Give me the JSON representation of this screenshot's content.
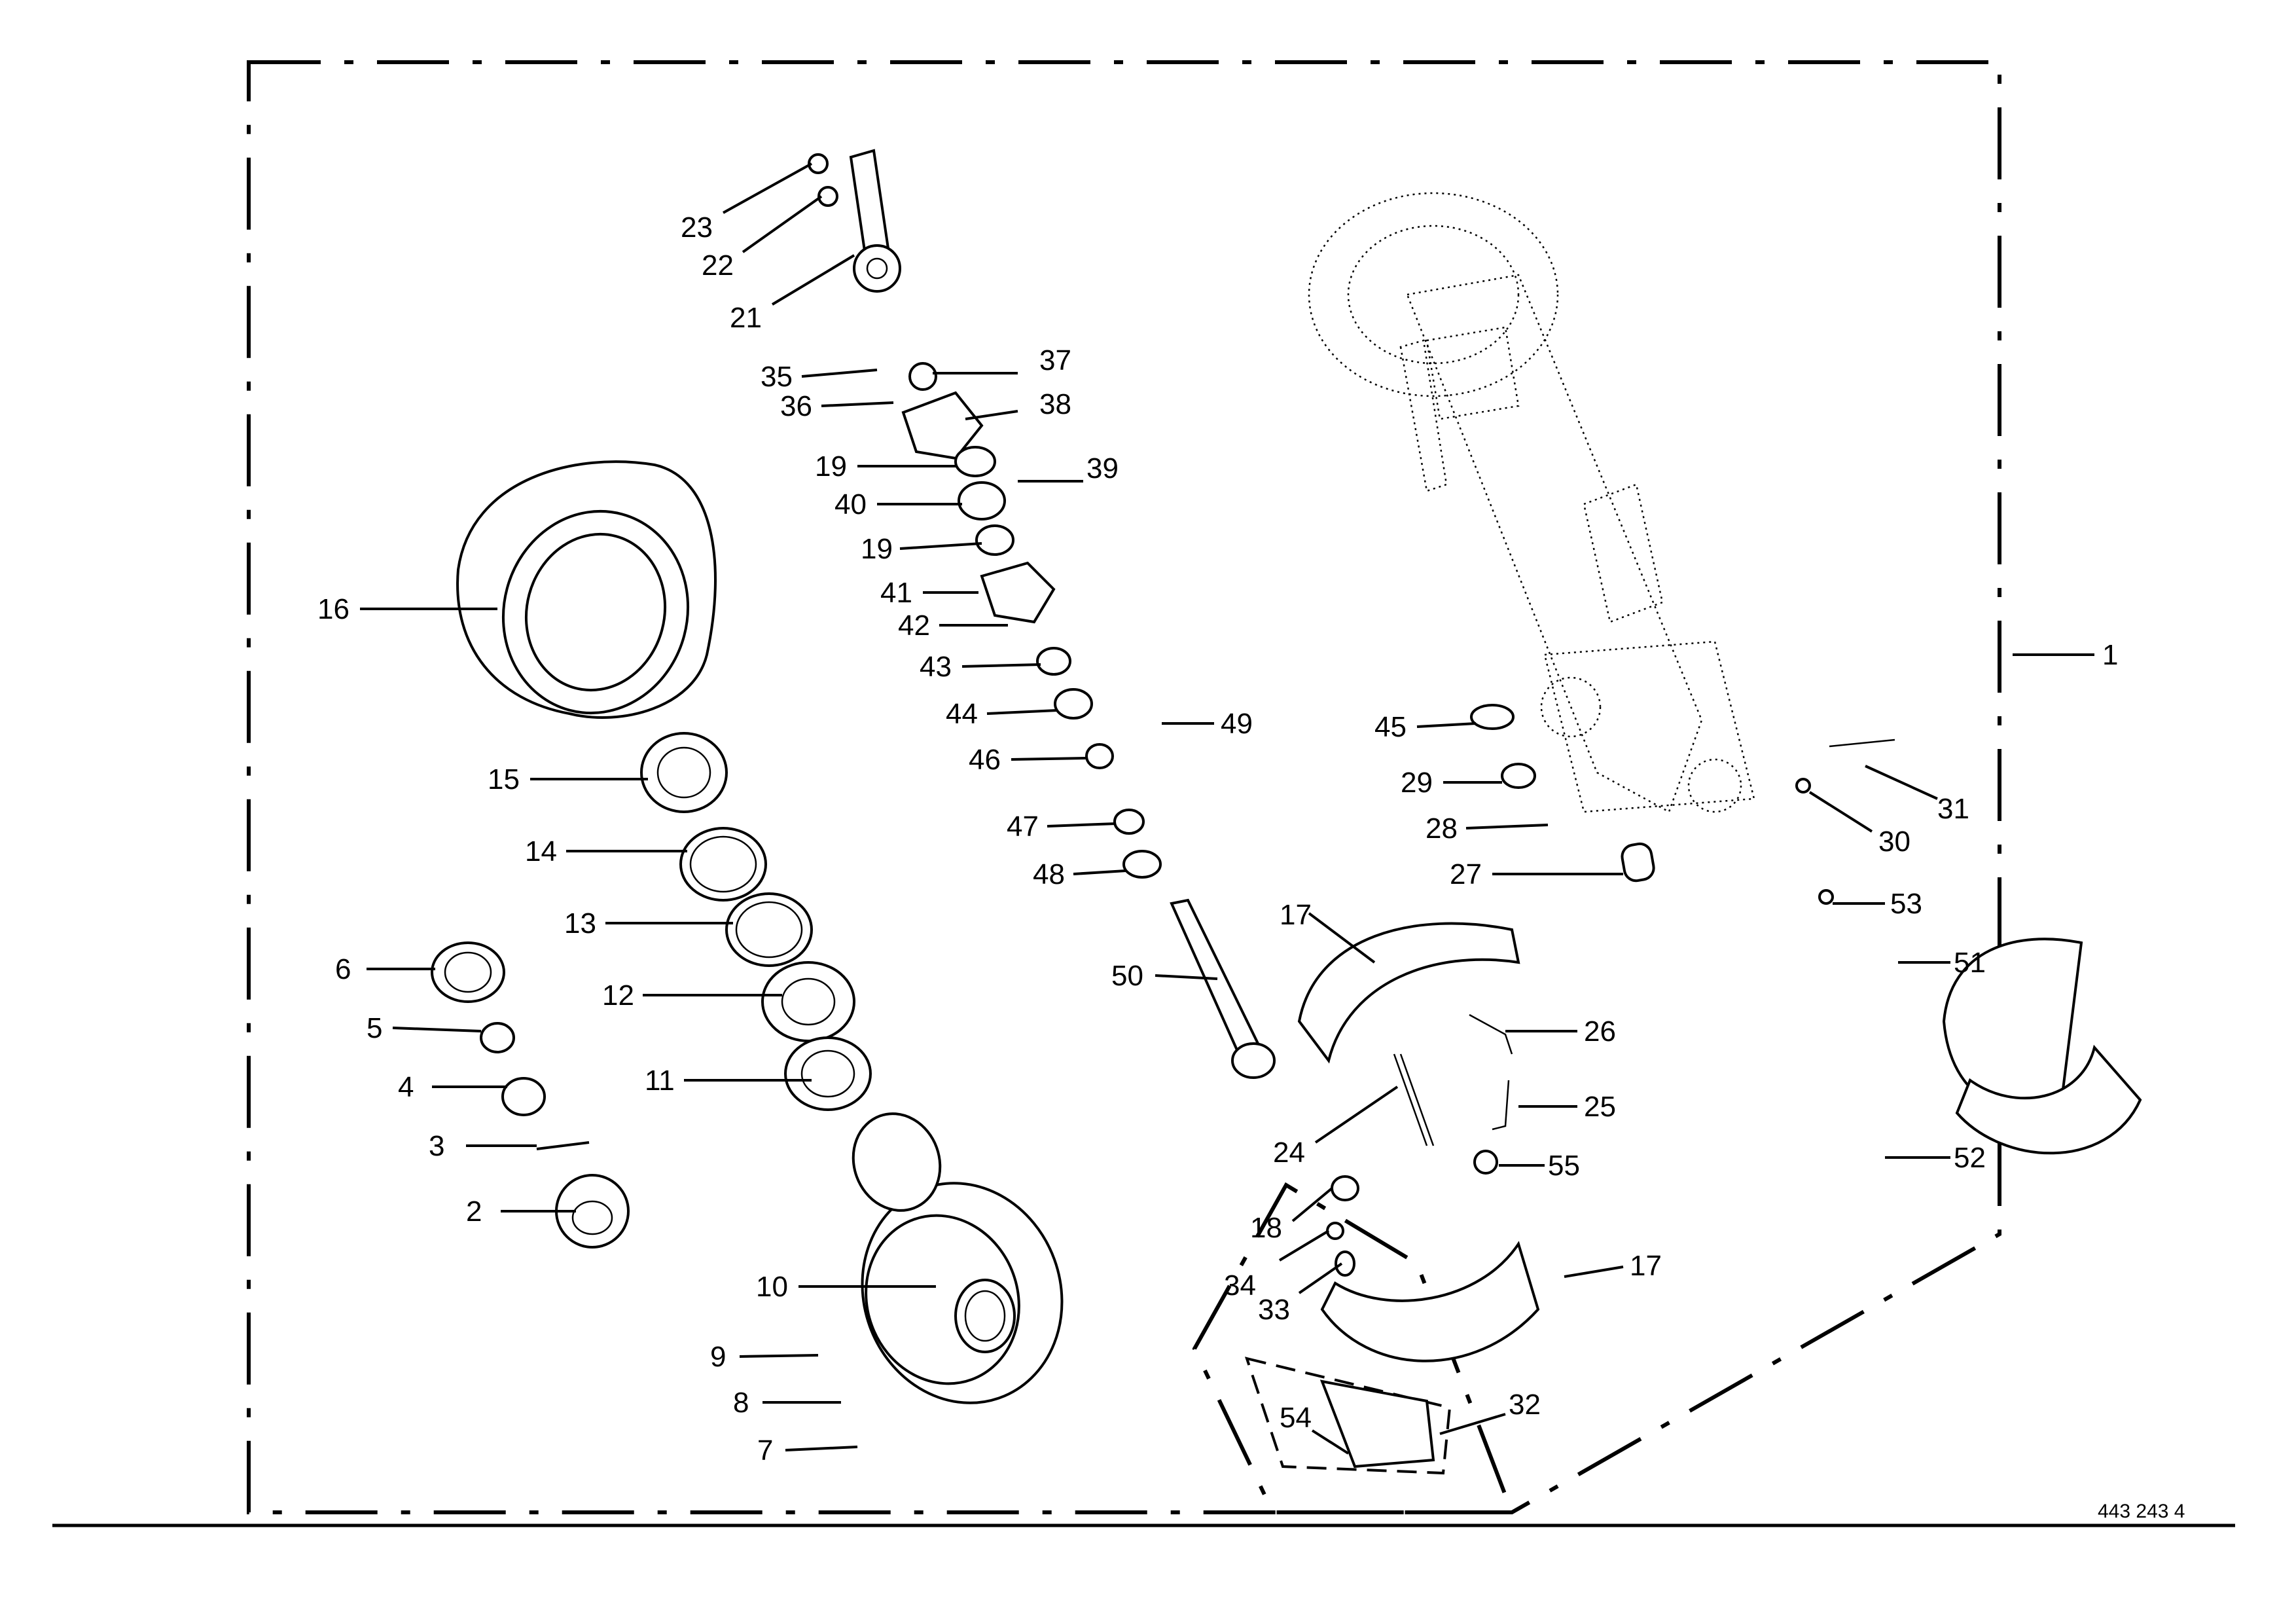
{
  "drawing_number": "443 243 4",
  "labels": [
    "1",
    "2",
    "3",
    "4",
    "5",
    "6",
    "7",
    "8",
    "9",
    "10",
    "11",
    "12",
    "13",
    "14",
    "15",
    "16",
    "17",
    "17",
    "18",
    "19",
    "19",
    "21",
    "22",
    "23",
    "24",
    "25",
    "26",
    "27",
    "28",
    "29",
    "30",
    "31",
    "32",
    "33",
    "34",
    "35",
    "36",
    "37",
    "38",
    "39",
    "40",
    "41",
    "42",
    "43",
    "44",
    "45",
    "46",
    "47",
    "48",
    "49",
    "50",
    "51",
    "52",
    "53",
    "54",
    "55"
  ]
}
